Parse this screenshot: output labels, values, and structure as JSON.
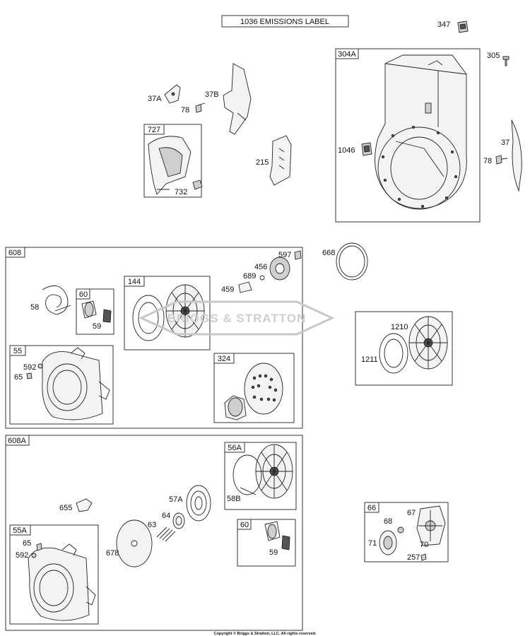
{
  "header": {
    "emissions_label": "1036 EMISSIONS LABEL"
  },
  "watermark": {
    "text": "BRIGGS & STRATTON"
  },
  "footer": {
    "copyright": "Copyright © Briggs & Stratton, LLC. All rights reserved."
  },
  "groups": {
    "g304A": "304A",
    "g727": "727",
    "g608": "608",
    "g60a": "60",
    "g144": "144",
    "g55": "55",
    "g324": "324",
    "g608A": "608A",
    "g56A": "56A",
    "g60b": "60",
    "g55A": "55A",
    "g66": "66"
  },
  "parts": {
    "p347": "347",
    "p305": "305",
    "p37A": "37A",
    "p78a": "78",
    "p37B": "37B",
    "p732": "732",
    "p215": "215",
    "p1046": "1046",
    "p37": "37",
    "p78b": "78",
    "p597": "597",
    "p456": "456",
    "p689": "689",
    "p459": "459",
    "p668": "668",
    "p58": "58",
    "p59a": "59",
    "p1210": "1210",
    "p1211": "1211",
    "p592a": "592",
    "p65a": "65",
    "p655": "655",
    "p57A": "57A",
    "p58B": "58B",
    "p64": "64",
    "p63": "63",
    "p678": "678",
    "p65b": "65",
    "p592b": "592",
    "p59b": "59",
    "p68": "68",
    "p67": "67",
    "p71": "71",
    "p70": "70",
    "p257": "257"
  }
}
